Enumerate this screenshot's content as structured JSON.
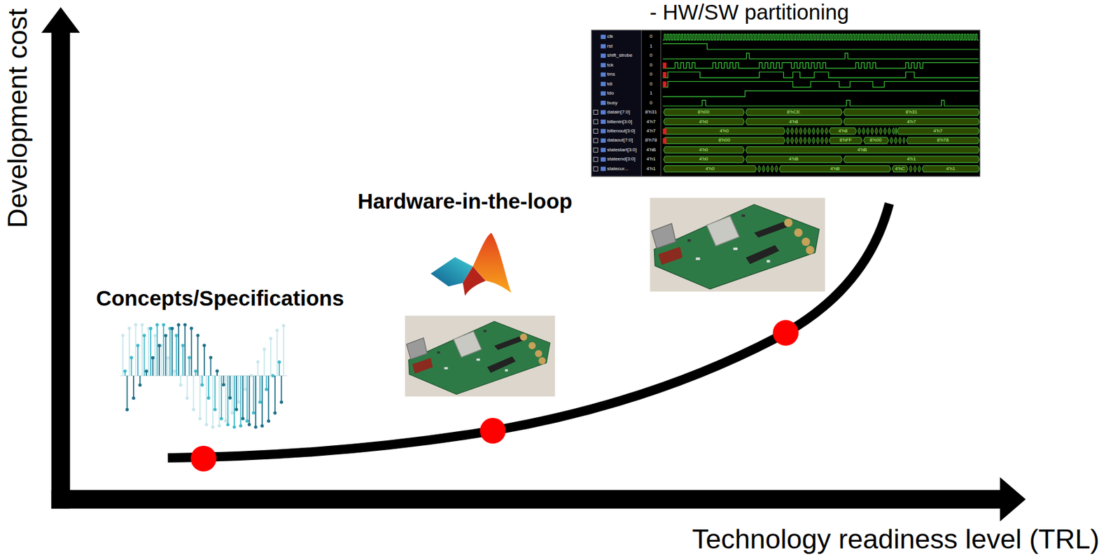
{
  "diagram": {
    "labels": [
      "- HW/SW partitioning",
      "Hardware-in-the-loop",
      "Concepts/Specifications",
      "Development cost",
      "Technology readiness level (TRL)",
      "clk",
      "rst",
      "shift_strobe",
      "tck",
      "tms",
      "tdi",
      "tdo",
      "busy",
      "datain[7:0]",
      "bitlenin[3:0]",
      "bitlenout[3:0]",
      "dataout[7:0]",
      "statestart[3:0]",
      "stateend[3:0]",
      "statecur...",
      "0",
      "1",
      "0",
      "0",
      "0",
      "0",
      "1",
      "0",
      "8'h31",
      "4'h7",
      "4'h7",
      "8'h78",
      "4'hB",
      "4'h1",
      "4'h1",
      "8'h00",
      "8'hCE",
      "8'h31",
      "4'h0",
      "4'h8",
      "4'h7",
      "4'h0",
      "4'h8",
      "4'h7",
      "8'h00",
      "8'hFF",
      "8'h00",
      "8'h78",
      "4'h0",
      "4'hB",
      "4'h0",
      "4'hB",
      "4'h1",
      "4'h0",
      "4'hB",
      "4'hC",
      "4'h1"
    ]
  }
}
